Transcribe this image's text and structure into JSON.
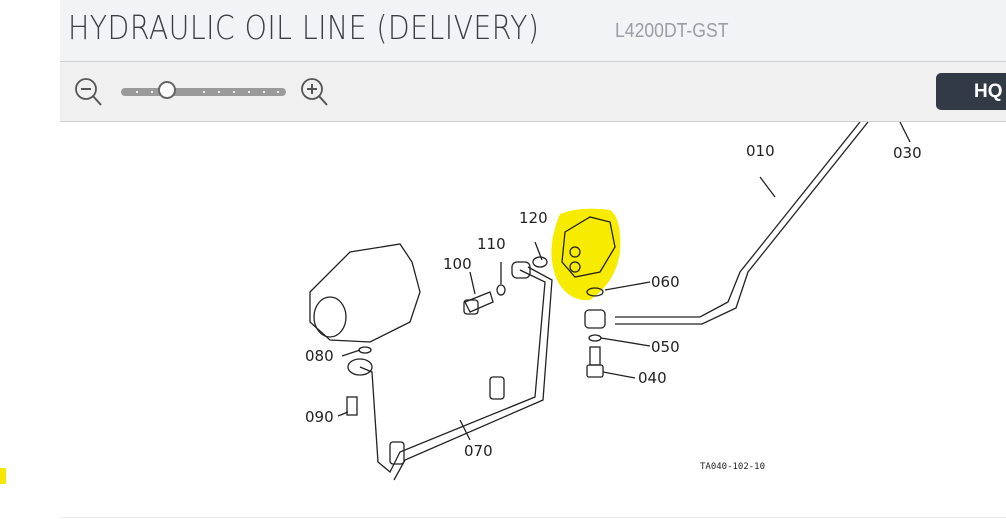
{
  "header": {
    "title": "HYDRAULIC OIL LINE (DELIVERY)",
    "model": "L4200DT-GST"
  },
  "toolbar": {
    "zoom_out_icon": "zoom-out-icon",
    "zoom_in_icon": "zoom-in-icon",
    "zoom_level_fraction": 0.25,
    "hq_label": "HQ"
  },
  "diagram": {
    "callouts": [
      "010",
      "030",
      "120",
      "110",
      "100",
      "060",
      "050",
      "040",
      "080",
      "090",
      "070"
    ],
    "drawing_code": "TA040-102-10",
    "highlight_color": "#f7ec00"
  }
}
